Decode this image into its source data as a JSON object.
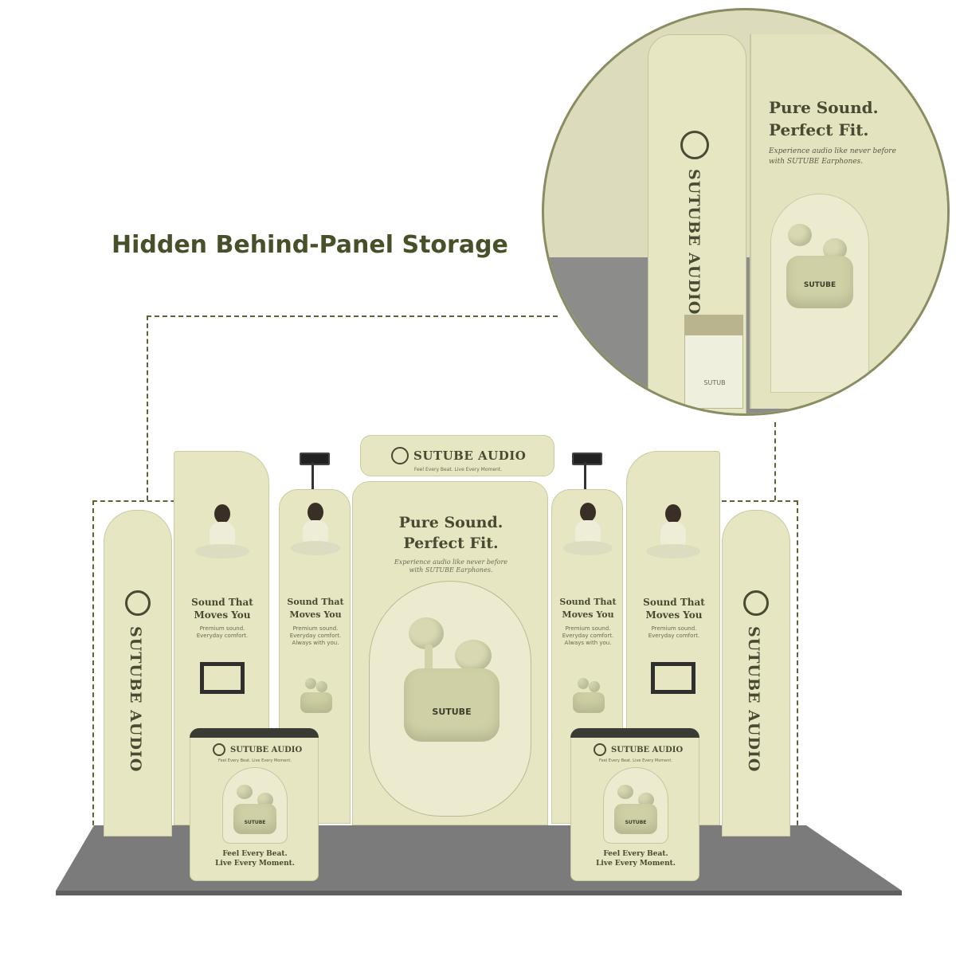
{
  "heading": "Hidden Behind-Panel Storage",
  "brand": {
    "name": "SUTUBE AUDIO",
    "case_label": "SUTUBE",
    "box_label": "SUTUB",
    "header_tagline": "Feel Every Beat. Live Every Moment."
  },
  "center_panel": {
    "headline_line1": "Pure Sound.",
    "headline_line2": "Perfect Fit.",
    "sub_line1": "Experience audio like never before",
    "sub_line2": "with SUTUBE Earphones."
  },
  "side_panels": {
    "title_line1": "Sound That",
    "title_line2": "Moves You",
    "copy_line1": "Premium sound.",
    "copy_line2": "Everyday comfort.",
    "copy_line3": "Always with you."
  },
  "counters": {
    "line1": "Feel Every Beat.",
    "line2": "Live Every Moment."
  },
  "zoom": {
    "headline_line1": "Pure Sound.",
    "headline_line2": "Perfect Fit.",
    "sub_line1": "Experience audio like never before",
    "sub_line2": "with SUTUBE Earphones."
  },
  "colors": {
    "fabric": "#e6e6c2",
    "ink": "#4a4a34",
    "heading": "#46512a",
    "floor": "#7b7b7b"
  },
  "icons": [
    "sutube-logo-icon",
    "spotlight-icon",
    "tv-mount-icon",
    "earbuds-icon",
    "meditating-person-icon"
  ]
}
